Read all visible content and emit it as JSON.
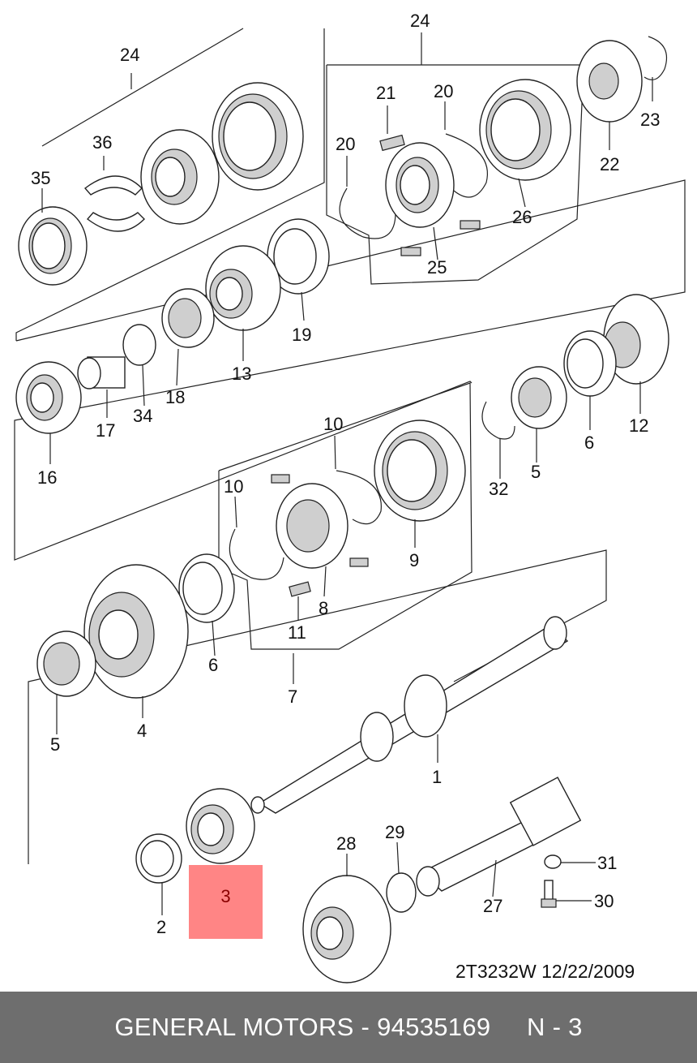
{
  "diagram": {
    "callouts": [
      {
        "id": "c24a",
        "text": "24"
      },
      {
        "id": "c36",
        "text": "36"
      },
      {
        "id": "c35",
        "text": "35"
      },
      {
        "id": "c24b",
        "text": "24"
      },
      {
        "id": "c21",
        "text": "21"
      },
      {
        "id": "c20a",
        "text": "20"
      },
      {
        "id": "c20b",
        "text": "20"
      },
      {
        "id": "c23",
        "text": "23"
      },
      {
        "id": "c22",
        "text": "22"
      },
      {
        "id": "c26",
        "text": "26"
      },
      {
        "id": "c25",
        "text": "25"
      },
      {
        "id": "c19",
        "text": "19"
      },
      {
        "id": "c13",
        "text": "13"
      },
      {
        "id": "c18",
        "text": "18"
      },
      {
        "id": "c34",
        "text": "34"
      },
      {
        "id": "c17",
        "text": "17"
      },
      {
        "id": "c16",
        "text": "16"
      },
      {
        "id": "c12",
        "text": "12"
      },
      {
        "id": "c6a",
        "text": "6"
      },
      {
        "id": "c5a",
        "text": "5"
      },
      {
        "id": "c32",
        "text": "32"
      },
      {
        "id": "c10a",
        "text": "10"
      },
      {
        "id": "c10b",
        "text": "10"
      },
      {
        "id": "c9",
        "text": "9"
      },
      {
        "id": "c8",
        "text": "8"
      },
      {
        "id": "c11",
        "text": "11"
      },
      {
        "id": "c7",
        "text": "7"
      },
      {
        "id": "c6b",
        "text": "6"
      },
      {
        "id": "c4",
        "text": "4"
      },
      {
        "id": "c5b",
        "text": "5"
      },
      {
        "id": "c1",
        "text": "1"
      },
      {
        "id": "c2",
        "text": "2"
      },
      {
        "id": "c28",
        "text": "28"
      },
      {
        "id": "c29",
        "text": "29"
      },
      {
        "id": "c31",
        "text": "31"
      },
      {
        "id": "c27",
        "text": "27"
      },
      {
        "id": "c30",
        "text": "30"
      }
    ],
    "highlighted_part": "3",
    "drawing_code": "2T3232W  12/22/2009",
    "highlight_color": "#ff8585"
  },
  "footer": {
    "text": "GENERAL MOTORS - 94535169     N - 3",
    "background": "#6e6e6e"
  }
}
